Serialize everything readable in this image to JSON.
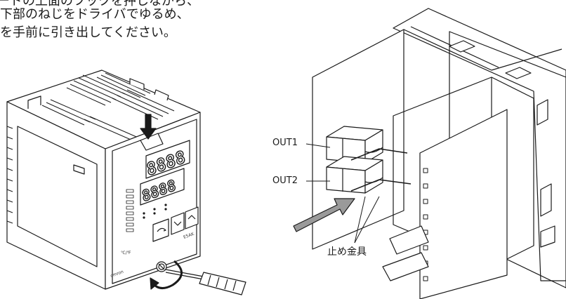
{
  "instructions": [
    "ードの上面のフックを押しながら、",
    "下部のねじをドライバでゆるめ、",
    "を手前に引き出してください。"
  ],
  "front_panel": {
    "pv_display": "8888",
    "sv_display": "8888",
    "model": "E5AK",
    "brand": "omron",
    "unit_mark": "℃/℉"
  },
  "labels": {
    "out1": "OUT1",
    "out2": "OUT2",
    "stopper": "止め金具"
  }
}
